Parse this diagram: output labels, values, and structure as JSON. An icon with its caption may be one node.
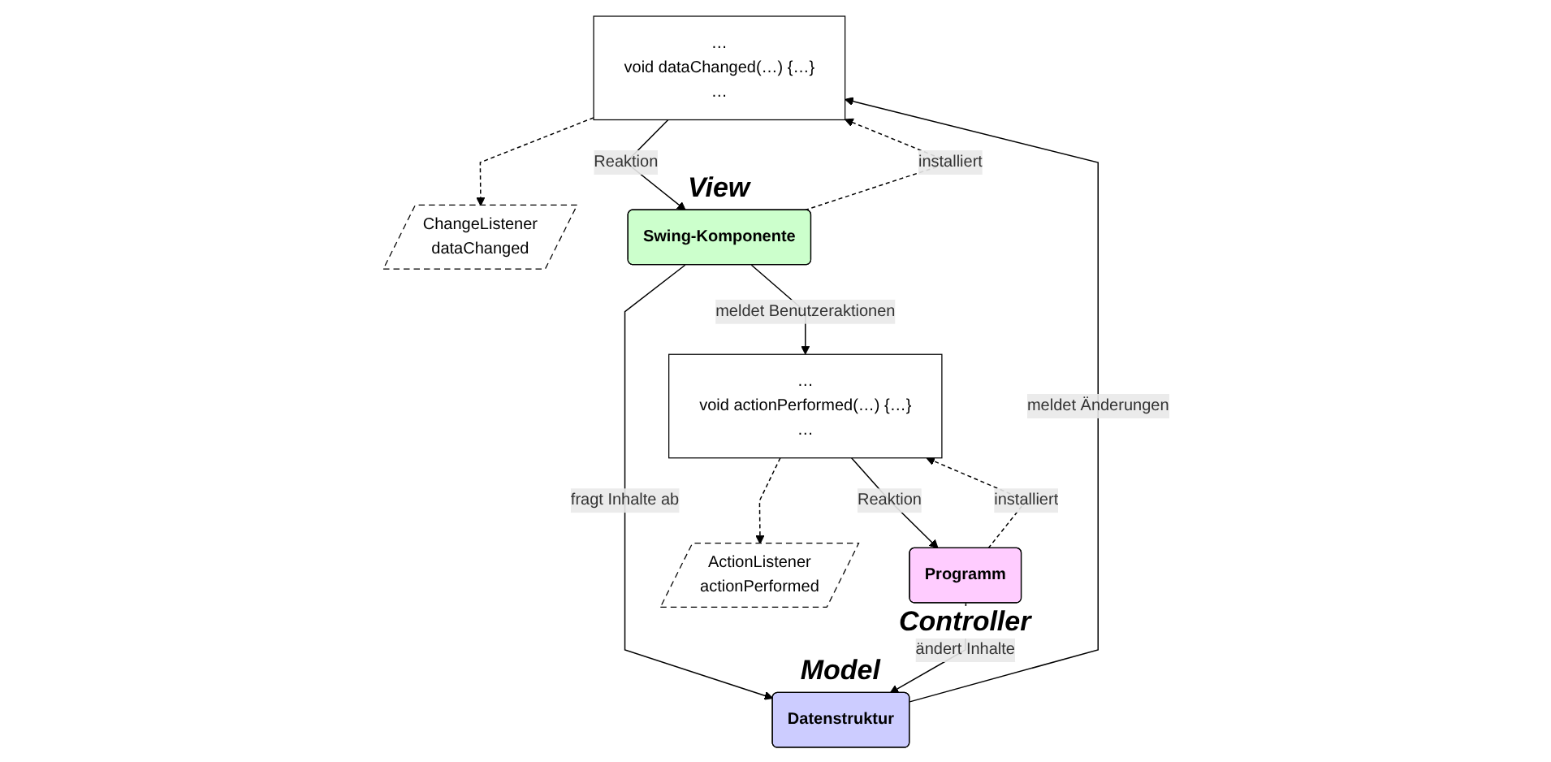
{
  "diagram": {
    "nodes": [
      {
        "text": [
          "ChangeListener",
          "dataChanged"
        ]
      },
      {
        "text": [
          "…",
          "void dataChanged(…) {…}",
          "…"
        ]
      },
      {
        "text": [
          "Swing-Komponente"
        ],
        "beside": [
          "View"
        ]
      },
      {
        "text": [
          "Datenstruktur"
        ],
        "beside": [
          "Model"
        ]
      },
      {
        "text": [
          "…",
          "void actionPerformed(…) {…}",
          "…"
        ]
      },
      {
        "text": [
          "Programm"
        ],
        "beside": [
          "Controller"
        ]
      },
      {
        "text": [
          "ActionListener",
          "actionPerformed"
        ]
      }
    ],
    "edges": [
      {
        "from": 1,
        "to": 0,
        "arrow": "to",
        "style": "dashed"
      },
      {
        "from": 2,
        "to": 1,
        "arrow": "to",
        "label": "installiert",
        "style": "dashed"
      },
      {
        "from": 1,
        "to": 2,
        "arrow": "to",
        "label": "Reaktion"
      },
      {
        "from": 3,
        "to": 1,
        "arrow": "to",
        "label": "meldet Änderungen"
      },
      {
        "from": 2,
        "to": 3,
        "arrow": "to",
        "label": "fragt Inhalte ab"
      },
      {
        "from": 2,
        "to": 4,
        "arrow": "to",
        "label": "meldet Benutzeraktionen"
      },
      {
        "from": 5,
        "to": 3,
        "arrow": "to",
        "label": "ändert Inhalte"
      },
      {
        "from": 5,
        "to": 4,
        "arrow": "to",
        "label": "installiert",
        "style": "dashed"
      },
      {
        "from": 4,
        "to": 5,
        "arrow": "to",
        "label": "Reaktion"
      },
      {
        "from": 4,
        "to": 6,
        "arrow": "to",
        "style": "dashed"
      }
    ]
  }
}
